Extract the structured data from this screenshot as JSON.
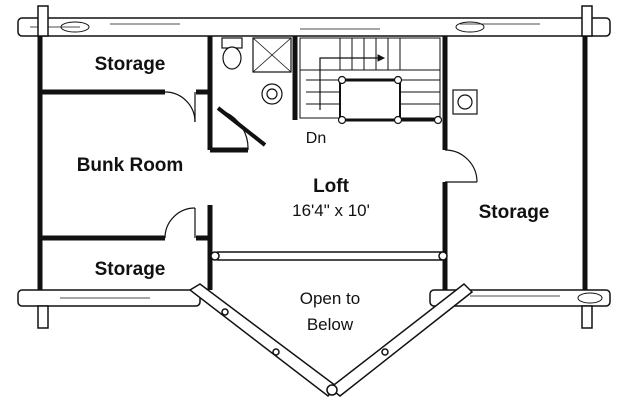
{
  "floor_plan": {
    "rooms": {
      "storage_top_left": "Storage",
      "bunk_room": "Bunk Room",
      "storage_bottom_left": "Storage",
      "loft_name": "Loft",
      "loft_size": "16'4\" x 10'",
      "storage_right": "Storage",
      "open_to_below_line1": "Open to",
      "open_to_below_line2": "Below"
    },
    "stair_label": "Dn"
  }
}
